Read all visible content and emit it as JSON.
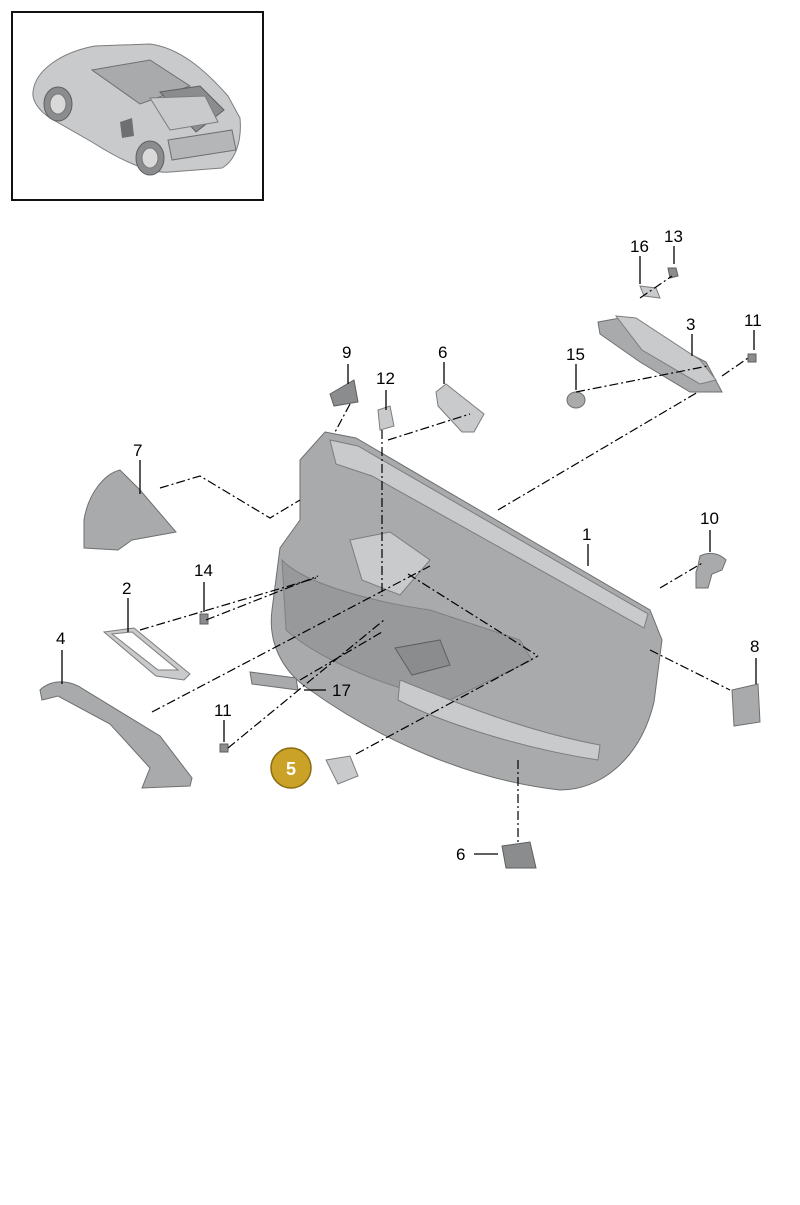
{
  "callouts": {
    "c1": "1",
    "c2": "2",
    "c3": "3",
    "c4": "4",
    "c5": "5",
    "c6_top": "6",
    "c6_bottom": "6",
    "c7": "7",
    "c8": "8",
    "c9": "9",
    "c10": "10",
    "c11_top": "11",
    "c11_bottom": "11",
    "c12": "12",
    "c13": "13",
    "c14": "14",
    "c15": "15",
    "c16": "16",
    "c17": "17"
  },
  "highlight": {
    "color": "#c9a227"
  }
}
